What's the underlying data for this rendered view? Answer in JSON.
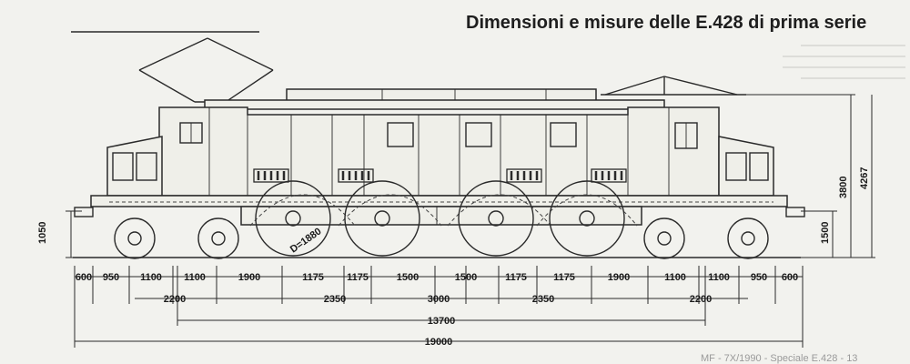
{
  "title": "Dimensioni e misure delle E.428 di prima serie",
  "footer": "MF - 7X/1990 - Speciale E.428 - 13",
  "wheel_label": "D=1880",
  "dims_row1": [
    "600",
    "950",
    "1100",
    "1100",
    "1900",
    "1175",
    "1175",
    "1500",
    "1500",
    "1175",
    "1175",
    "1900",
    "1100",
    "1100",
    "950",
    "600"
  ],
  "dims_row2": [
    "2200",
    "2350",
    "3000",
    "2350",
    "2200"
  ],
  "dim_13700": "13700",
  "dim_19000": "19000",
  "vertical_dims": {
    "left_1050": "1050",
    "right_1500": "1500",
    "right_3800": "3800",
    "right_4267": "4267"
  }
}
